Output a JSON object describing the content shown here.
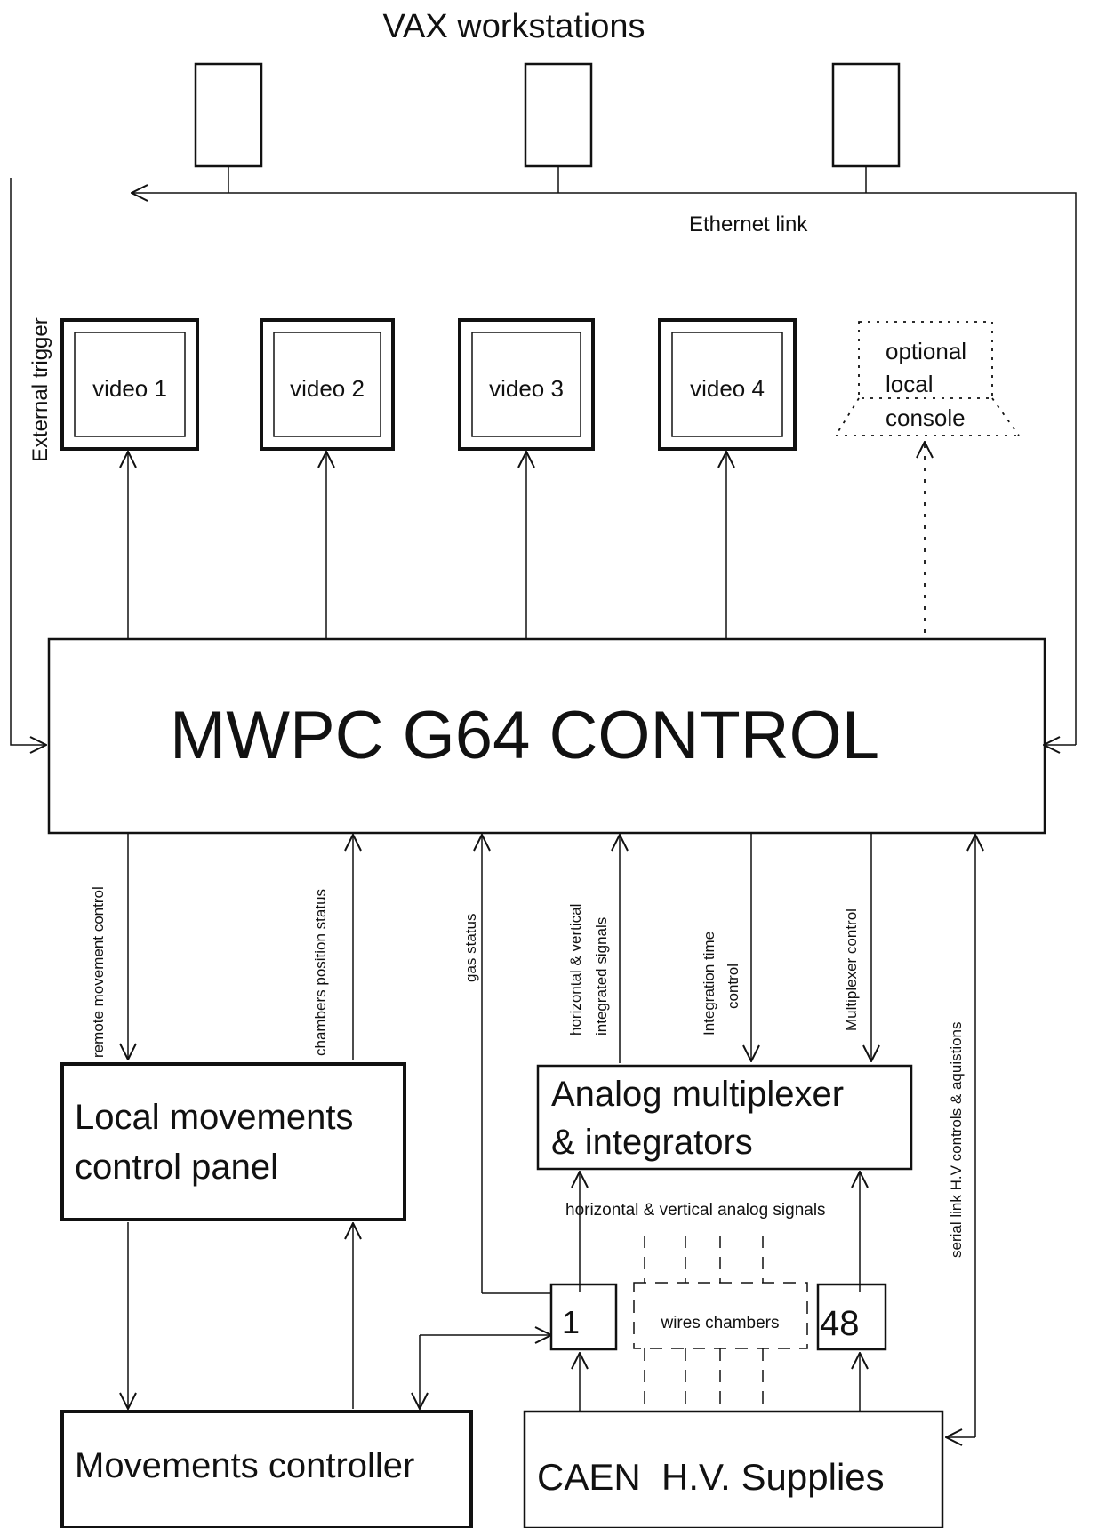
{
  "header": {
    "title": "VAX workstations"
  },
  "network": {
    "ethernet_label": "Ethernet link",
    "external_trigger_label": "External trigger"
  },
  "videos": [
    {
      "label": "video 1"
    },
    {
      "label": "video 2"
    },
    {
      "label": "video 3"
    },
    {
      "label": "video 4"
    }
  ],
  "console": {
    "line1": "optional",
    "line2": "local",
    "line3": "console"
  },
  "control": {
    "label": "MWPC G64 CONTROL"
  },
  "signals": {
    "remote_movement": "remote movement control",
    "chambers_position": "chambers position status",
    "gas_status": "gas status",
    "integrated_line1": "horizontal & vertical",
    "integrated_line2": "integrated signals",
    "integration_line1": "Integration time",
    "integration_line2": "control",
    "multiplexer_control": "Multiplexer control",
    "serial_link": "serial link H.V controls & aquistions",
    "analog_signals": "horizontal & vertical analog signals"
  },
  "panel": {
    "line1": "Local movements",
    "line2": "control panel"
  },
  "multiplexer": {
    "line1": "Analog multiplexer",
    "line2": "& integrators"
  },
  "chambers": {
    "first": "1",
    "last": "48",
    "label": "wires chambers"
  },
  "movements_controller": {
    "label": "Movements controller"
  },
  "hv": {
    "label": "CAEN  H.V. Supplies"
  }
}
